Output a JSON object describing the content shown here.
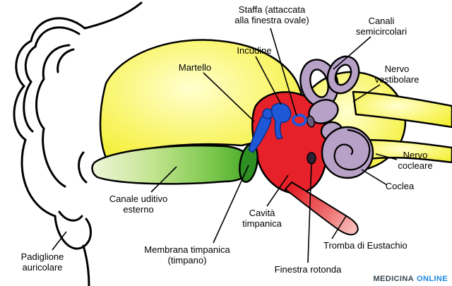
{
  "colors": {
    "background": "#ffffff",
    "outline": "#000000",
    "bone_yellow": "#f0ec22",
    "bone_yellow_light": "#ffffcf",
    "canal_green": "#49a928",
    "canal_green_light": "#eef6da",
    "eardrum_green": "#2e8f23",
    "cavity_red": "#e62129",
    "ossicle_blue": "#1f58d6",
    "labyrinth_purple": "#b7a1c7",
    "eustachian_pink": "#fac1c1",
    "watermark_dark": "#37474f",
    "watermark_blue": "#1e88e5"
  },
  "labels": {
    "staffa": "Staffa (attaccata\nalla finestra ovale)",
    "canali_semicircolari": "Canali\nsemicircolari",
    "incudine": "Incudine",
    "martello": "Martello",
    "nervo_vestibolare": "Nervo\nvestibolare",
    "nervo_cocleare": "Nervo\ncocleare",
    "coclea": "Coclea",
    "canale_uditivo": "Canale uditivo\nesterno",
    "cavita_timpanica": "Cavità\ntimpanica",
    "membrana_timpanica": "Membrana timpanica\n(timpano)",
    "finestra_rotonda": "Finestra rotonda",
    "tromba_eustachio": "Tromba di Eustachio",
    "padiglione_auricolare": "Padiglione\nauricolare"
  },
  "watermark": {
    "part1": "MEDICINA",
    "part2": "ONLINE"
  }
}
